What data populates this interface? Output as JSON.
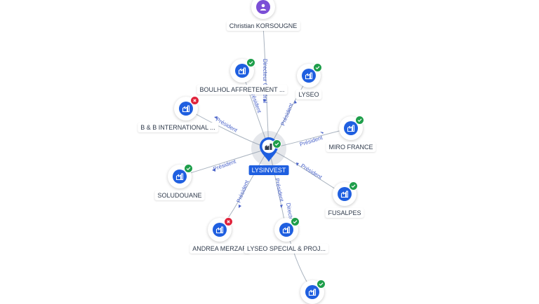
{
  "center": {
    "name": "LYSINVEST",
    "status": "active"
  },
  "nodes": [
    {
      "id": "christian",
      "label": "Christian KORSOUGNE",
      "kind": "person-icon"
    },
    {
      "id": "boulhol",
      "label": "BOULHOL AFFRETEMENT ...",
      "kind": "company-icon",
      "status": "active"
    },
    {
      "id": "lyseo",
      "label": "LYSEO",
      "kind": "company-icon",
      "status": "active"
    },
    {
      "id": "bb",
      "label": "B & B INTERNATIONAL ...",
      "kind": "company-icon",
      "status": "closed"
    },
    {
      "id": "miro",
      "label": "MIRO FRANCE",
      "kind": "company-icon",
      "status": "active"
    },
    {
      "id": "soludouane",
      "label": "SOLUDOUANE",
      "kind": "company-icon",
      "status": "active"
    },
    {
      "id": "fusalpes",
      "label": "FUSALPES",
      "kind": "company-icon",
      "status": "active"
    },
    {
      "id": "andrea",
      "label": "ANDREA MERZAR",
      "kind": "company-icon",
      "status": "closed"
    },
    {
      "id": "lyseo_special",
      "label": "LYSEO SPECIAL & PROJ...",
      "kind": "company-icon",
      "status": "active"
    },
    {
      "id": "bottom",
      "label": "",
      "kind": "company-icon",
      "status": "active"
    }
  ],
  "edges": [
    {
      "to": "christian",
      "label": "Directeur Général"
    },
    {
      "to": "boulhol",
      "label": "Président"
    },
    {
      "to": "lyseo",
      "label": "Président"
    },
    {
      "to": "bb",
      "label": "Président"
    },
    {
      "to": "miro",
      "label": "Président"
    },
    {
      "to": "soludouane",
      "label": "Président"
    },
    {
      "to": "fusalpes",
      "label": "Président"
    },
    {
      "to": "andrea",
      "label": "Président"
    },
    {
      "to": "lyseo_special",
      "label": "Président"
    },
    {
      "to": "lyseo_special_dir",
      "label": "Directeur"
    }
  ],
  "colors": {
    "company": "#1f5fe0",
    "person": "#7b4fd6",
    "active_badge": "#1e9e4a",
    "closed_badge": "#e0243c",
    "edge_label": "#4a63c9"
  }
}
